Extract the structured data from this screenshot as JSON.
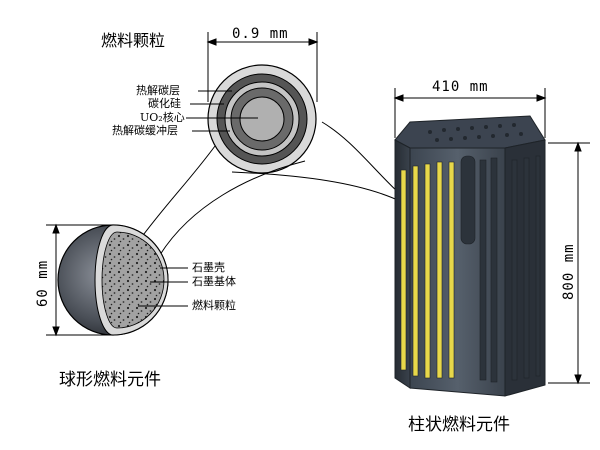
{
  "fuel_particle": {
    "title": "燃料颗粒",
    "diameter_label": "0.9 mm",
    "layers": [
      "热解碳层",
      "碳化硅",
      "UO₂核心",
      "热解碳缓冲层"
    ]
  },
  "spherical_element": {
    "caption": "球形燃料元件",
    "diameter_label": "60 mm",
    "parts": [
      "石墨壳",
      "石墨基体",
      "燃料颗粒"
    ]
  },
  "prismatic_element": {
    "caption": "柱状燃料元件",
    "width_label": "410 mm",
    "height_label": "800 mm"
  },
  "colors": {
    "block_dark": "#2e3640",
    "block_mid": "#5a6470",
    "fuel_rod": "#e8d84a",
    "graphite_shell": "#d8d8d8",
    "matrix": "#9a9a9a"
  }
}
